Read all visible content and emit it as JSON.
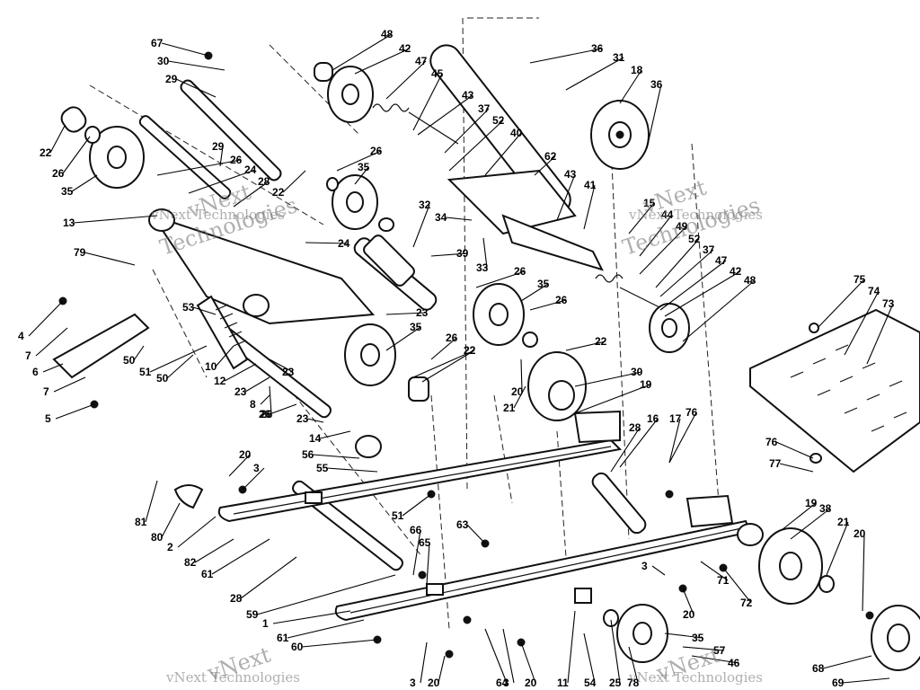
{
  "watermark": {
    "line1": "vNext",
    "line2": "Technologies",
    "combined": "vNext Technologies"
  },
  "callouts": [
    "67",
    "30",
    "29",
    "22",
    "26",
    "35",
    "29",
    "26",
    "24",
    "28",
    "22",
    "48",
    "42",
    "47",
    "45",
    "26",
    "35",
    "43",
    "37",
    "52",
    "40",
    "62",
    "43",
    "36",
    "31",
    "18",
    "36",
    "41",
    "15",
    "44",
    "49",
    "52",
    "37",
    "47",
    "42",
    "48",
    "13",
    "79",
    "24",
    "26",
    "32",
    "34",
    "39",
    "33",
    "4",
    "7",
    "53",
    "26",
    "35",
    "26",
    "23",
    "35",
    "23",
    "26",
    "22",
    "6",
    "7",
    "5",
    "50",
    "51",
    "50",
    "10",
    "12",
    "23",
    "8",
    "26",
    "22",
    "21",
    "20",
    "30",
    "19",
    "22",
    "28",
    "16",
    "17",
    "76",
    "23",
    "14",
    "56",
    "55",
    "51",
    "20",
    "3",
    "81",
    "80",
    "2",
    "82",
    "61",
    "28",
    "59",
    "1",
    "61",
    "60",
    "63",
    "66",
    "65",
    "3",
    "20",
    "64",
    "3",
    "20",
    "11",
    "54",
    "25",
    "78",
    "35",
    "57",
    "46",
    "3",
    "20",
    "71",
    "72",
    "19",
    "38",
    "21",
    "20",
    "75",
    "74",
    "73",
    "76",
    "77",
    "68",
    "69"
  ]
}
